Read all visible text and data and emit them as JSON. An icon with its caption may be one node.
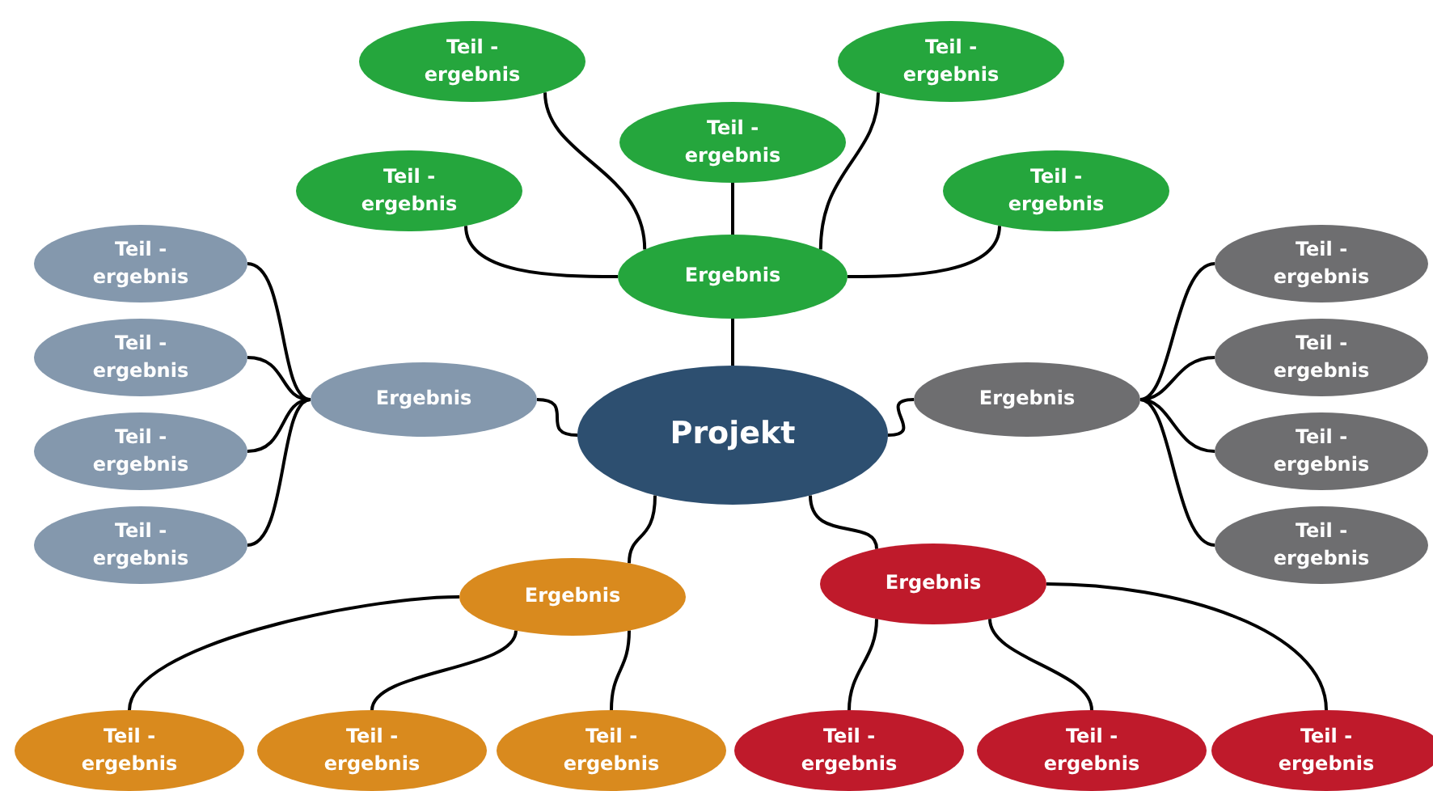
{
  "diagram": {
    "nodes": [
      {
        "text": [
          "Projekt"
        ]
      },
      {
        "text": [
          "Ergebnis"
        ]
      },
      {
        "text": [
          "Teil - ergebnis"
        ]
      },
      {
        "text": [
          "Teil - ergebnis"
        ]
      },
      {
        "text": [
          "Teil - ergebnis"
        ]
      },
      {
        "text": [
          "Teil - ergebnis"
        ]
      },
      {
        "text": [
          "Teil - ergebnis"
        ]
      },
      {
        "text": [
          "Ergebnis"
        ]
      },
      {
        "text": [
          "Teil - ergebnis"
        ]
      },
      {
        "text": [
          "Teil - ergebnis"
        ]
      },
      {
        "text": [
          "Teil - ergebnis"
        ]
      },
      {
        "text": [
          "Teil - ergebnis"
        ]
      },
      {
        "text": [
          "Ergebnis"
        ]
      },
      {
        "text": [
          "Teil - ergebnis"
        ]
      },
      {
        "text": [
          "Teil - ergebnis"
        ]
      },
      {
        "text": [
          "Teil - ergebnis"
        ]
      },
      {
        "text": [
          "Teil - ergebnis"
        ]
      },
      {
        "text": [
          "Ergebnis"
        ]
      },
      {
        "text": [
          "Teil - ergebnis"
        ]
      },
      {
        "text": [
          "Teil - ergebnis"
        ]
      },
      {
        "text": [
          "Teil - ergebnis"
        ]
      },
      {
        "text": [
          "Ergebnis"
        ]
      },
      {
        "text": [
          "Teil - ergebnis"
        ]
      },
      {
        "text": [
          "Teil - ergebnis"
        ]
      },
      {
        "text": [
          "Teil - ergebnis"
        ]
      }
    ],
    "edges": [
      {
        "from": 0,
        "to": 1,
        "arrow": "none"
      },
      {
        "from": 1,
        "to": 2,
        "arrow": "none"
      },
      {
        "from": 1,
        "to": 3,
        "arrow": "none"
      },
      {
        "from": 1,
        "to": 4,
        "arrow": "none"
      },
      {
        "from": 1,
        "to": 5,
        "arrow": "none"
      },
      {
        "from": 1,
        "to": 6,
        "arrow": "none"
      },
      {
        "from": 0,
        "to": 7,
        "arrow": "none"
      },
      {
        "from": 7,
        "to": 8,
        "arrow": "none"
      },
      {
        "from": 7,
        "to": 9,
        "arrow": "none"
      },
      {
        "from": 7,
        "to": 10,
        "arrow": "none"
      },
      {
        "from": 7,
        "to": 11,
        "arrow": "none"
      },
      {
        "from": 0,
        "to": 12,
        "arrow": "none"
      },
      {
        "from": 12,
        "to": 13,
        "arrow": "none"
      },
      {
        "from": 12,
        "to": 14,
        "arrow": "none"
      },
      {
        "from": 12,
        "to": 15,
        "arrow": "none"
      },
      {
        "from": 12,
        "to": 16,
        "arrow": "none"
      },
      {
        "from": 0,
        "to": 17,
        "arrow": "none"
      },
      {
        "from": 17,
        "to": 18,
        "arrow": "none"
      },
      {
        "from": 17,
        "to": 19,
        "arrow": "none"
      },
      {
        "from": 17,
        "to": 20,
        "arrow": "none"
      },
      {
        "from": 0,
        "to": 21,
        "arrow": "none"
      },
      {
        "from": 21,
        "to": 22,
        "arrow": "none"
      },
      {
        "from": 21,
        "to": 23,
        "arrow": "none"
      },
      {
        "from": 21,
        "to": 24,
        "arrow": "none"
      }
    ]
  }
}
